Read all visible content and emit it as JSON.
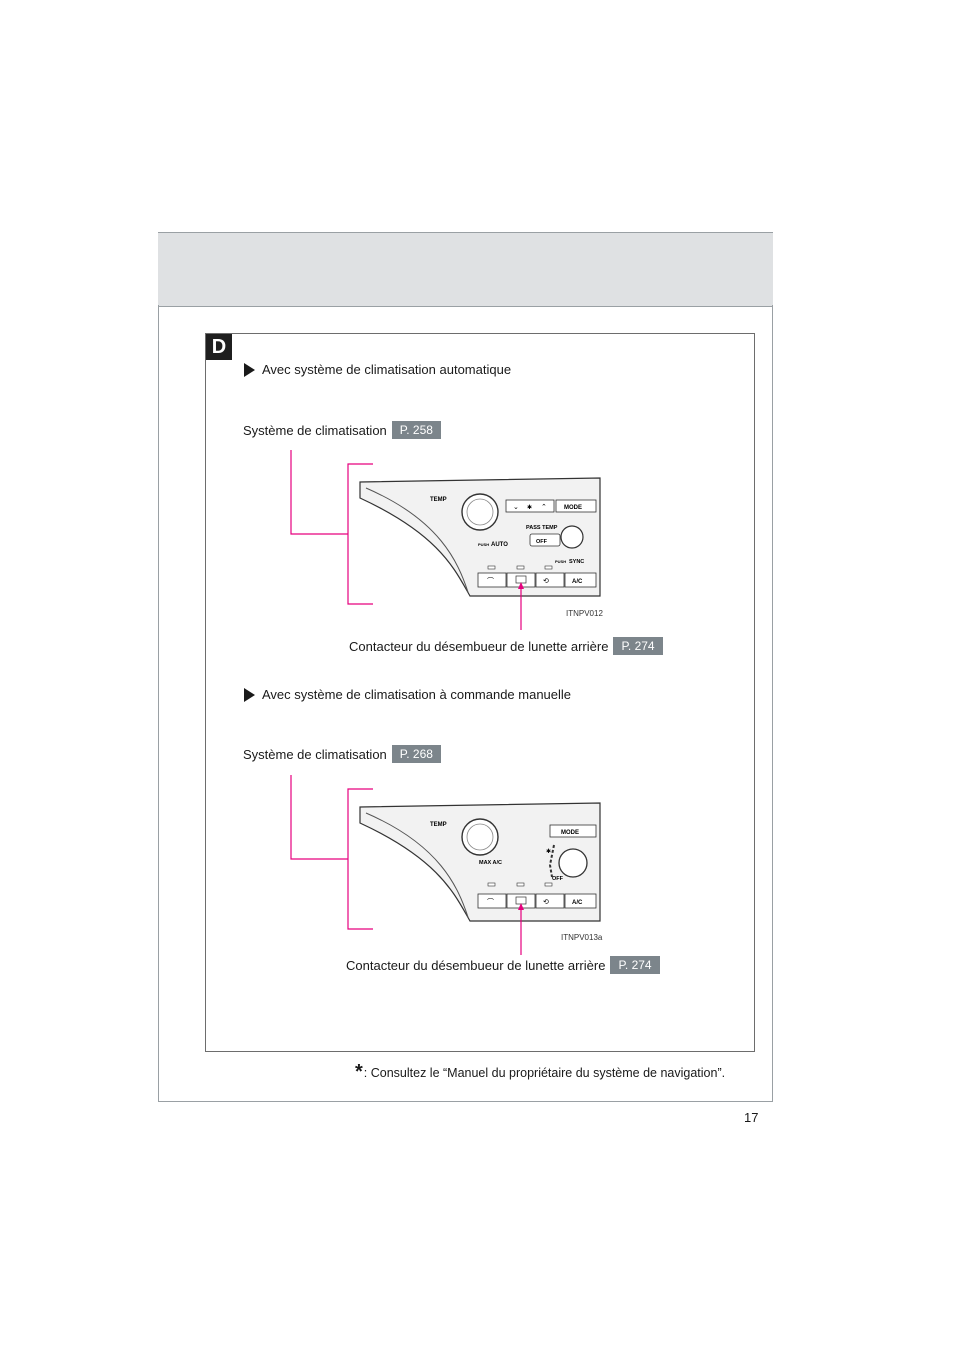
{
  "page_number": "17",
  "section_badge": "D",
  "auto": {
    "heading": "Avec système de climatisation automatique",
    "system_label": "Système de climatisation",
    "system_ref": "P. 258",
    "panel_code": "ITNPV012",
    "defogger_label": "Contacteur du désembueur de lunette arrière",
    "defogger_ref": "P. 274",
    "panel_labels": {
      "temp": "TEMP",
      "mode": "MODE",
      "pass_temp": "PASS TEMP",
      "push1": "PUSH",
      "auto": "AUTO",
      "off": "OFF",
      "push2": "PUSH",
      "sync": "SYNC",
      "ac": "A/C"
    }
  },
  "manual": {
    "heading": "Avec système de climatisation à commande manuelle",
    "system_label": "Système de climatisation",
    "system_ref": "P. 268",
    "panel_code": "ITNPV013a",
    "defogger_label": "Contacteur du désembueur de lunette arrière",
    "defogger_ref": "P. 274",
    "panel_labels": {
      "temp": "TEMP",
      "mode": "MODE",
      "max_ac": "MAX A/C",
      "off": "OFF",
      "ac": "A/C"
    }
  },
  "footnote": {
    "star": "*",
    "text": ": Consultez le “Manuel du propriétaire du système de navigation”."
  },
  "colors": {
    "header_band": "#dfe1e3",
    "ref_badge": "#7c858b",
    "callout_line": "#e6007e"
  }
}
